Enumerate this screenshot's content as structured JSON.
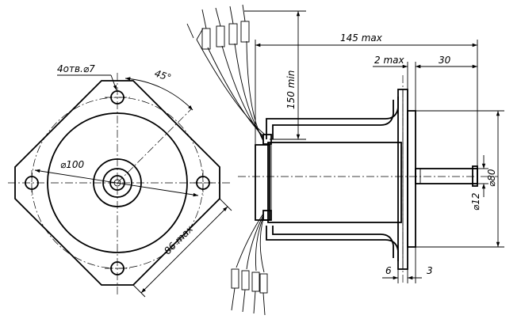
{
  "drawing": {
    "front_view": {
      "holes_label": "4отв.⌀7",
      "angle_label": "45°",
      "bolt_circle_label": "⌀100",
      "size_label": "86 max"
    },
    "side_view": {
      "overall_length_label": "145 max",
      "lead_length_label": "150 min",
      "flange_protrusion_label": "2 max",
      "shaft_length_label": "30",
      "pilot_diameter_label": "⌀80",
      "shaft_diameter_label": "⌀12",
      "flange_thickness_label": "6",
      "pilot_height_label": "3"
    }
  }
}
